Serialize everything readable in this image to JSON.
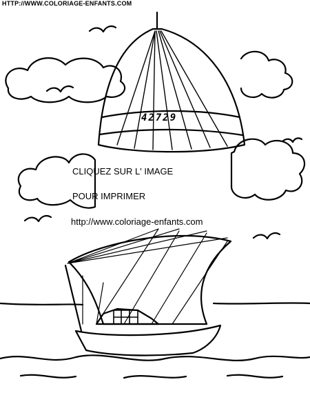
{
  "header": {
    "url": "HTTP://WWW.COLORIAGE-ENFANTS.COM"
  },
  "sail": {
    "number": "42729"
  },
  "overlay": {
    "line1": "CLIQUEZ SUR L' IMAGE",
    "line2": "POUR IMPRIMER",
    "line3": "http://www.coloriage-enfants.com"
  }
}
